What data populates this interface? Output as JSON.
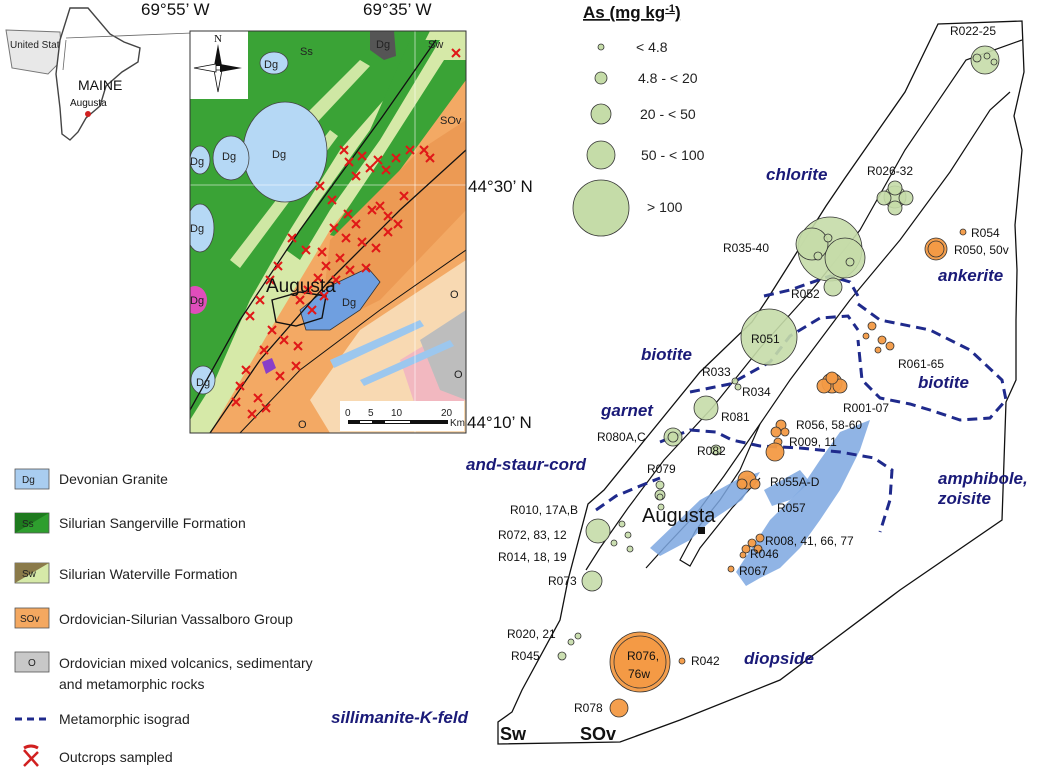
{
  "coordinates": {
    "lon_west": "69°55’ W",
    "lon_east": "69°35’ W",
    "lat_north": "44°30’ N",
    "lat_south": "44°10’ N"
  },
  "inset": {
    "state": "MAINE",
    "country": "United States",
    "city": "Augusta"
  },
  "compass": {
    "north": "N"
  },
  "scale_bar": {
    "ticks": [
      "0",
      "5",
      "10",
      "20"
    ],
    "unit": "Km"
  },
  "geology_map": {
    "unit_labels": [
      "Ss",
      "Dg",
      "Sw",
      "SOv",
      "O"
    ],
    "town": "Augusta",
    "outcrop_count": 55
  },
  "size_legend": {
    "title": "As (mg kg",
    "title_sup": "-1",
    "title_end": ")",
    "classes": [
      "< 4.8",
      "4.8 - < 20",
      "20 - < 50",
      "50 - < 100",
      "> 100"
    ]
  },
  "legend": {
    "units": [
      {
        "code": "Dg",
        "label": "Devonian Granite",
        "color": "#a9cdf0"
      },
      {
        "code": "Ss",
        "label": "Silurian Sangerville Formation",
        "color": "#2e9e2e"
      },
      {
        "code": "Sw",
        "label": "Silurian Waterville Formation",
        "color": "#d6e9a8"
      },
      {
        "code": "SOv",
        "label": "Ordovician-Silurian Vassalboro Group",
        "color": "#f4a860"
      },
      {
        "code": "O",
        "label": "Ordovician mixed volcanics, sedimentary",
        "label2": "and metamorphic rocks",
        "color": "#c8c8c8"
      }
    ],
    "isograd": "Metamorphic isograd",
    "outcrops": "Outcrops sampled"
  },
  "zones": {
    "chlorite": "chlorite",
    "ankerite": "ankerite",
    "biotite_w": "biotite",
    "biotite_e": "biotite",
    "garnet": "garnet",
    "and_staur_cord": "and-staur-cord",
    "amphibole": "amphibole,",
    "zoisite": "zoisite",
    "diopside": "diopside",
    "sillimanite": "sillimanite-K-feld"
  },
  "footer_units": {
    "sw": "Sw",
    "sov": "SOv"
  },
  "sample_labels": {
    "r022": "R022-25",
    "r026": "R026-32",
    "r035": "R035-40",
    "r054": "R054",
    "r050": "R050, 50v",
    "r052": "R052",
    "r051": "R051",
    "r061": "R061-65",
    "r033": "R033",
    "r034": "R034",
    "r001": "R001-07",
    "r081": "R081",
    "r056": "R056, 58-60",
    "r009": "R009, 11",
    "r080": "R080A,C",
    "r082": "R082",
    "r079": "R079",
    "r055": "R055A-D",
    "r010": "R010, 17A,B",
    "r057": "R057",
    "r072": "R072, 83, 12",
    "r008": "R008, 41, 66, 77",
    "r014": "R014, 18, 19",
    "r046": "R046",
    "r067": "R067",
    "r073": "R073",
    "r020": "R020, 21",
    "r045": "R045",
    "r076": "R076,",
    "r076w": "76w",
    "r042": "R042",
    "r078": "R078"
  },
  "sample_map_town": "Augusta",
  "colors": {
    "green_sample": "#c5dca8",
    "orange_sample": "#f39a45",
    "isograd": "#1f2a8c",
    "granite": "#7da7e0"
  }
}
